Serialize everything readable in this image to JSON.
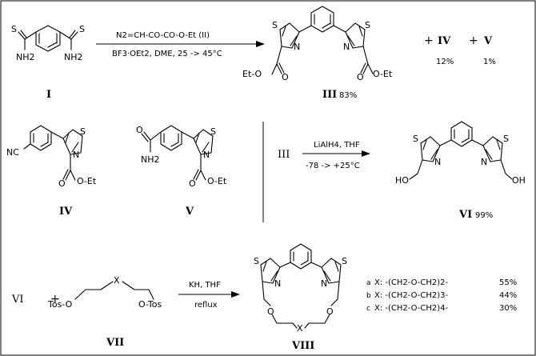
{
  "scheme1": {
    "compound_I_label": "I",
    "thioamide_S_left": "S",
    "thioamide_S_right": "S",
    "thioamide_NH2_left": "NH2",
    "thioamide_NH2_right": "NH2",
    "reagent_above": "N2=CH-CO-CO-O-Et  (II)",
    "reagent_below": "BF3·OEt2,  DME,  25 -> 45°C",
    "product_label": "III",
    "product_yield": "83%",
    "plus_1": "+",
    "side_IV": "IV",
    "side_IV_yield": "12%",
    "plus_2": "+",
    "side_V": "V",
    "side_V_yield": "1%",
    "ester_left": "Et-O",
    "ester_right": "O-Et",
    "atom_S": "S",
    "atom_N": "N",
    "atom_O": "O"
  },
  "scheme2": {
    "compound_IV_label": "IV",
    "nitrile": "NC",
    "ester_IV": "O-Et",
    "compound_V_label": "V",
    "amide_NH2": "NH2",
    "ester_V": "O-Et",
    "start_label": "III",
    "reagent_above": "LiAlH4,  THF",
    "reagent_below": "-78 -> +25°C",
    "product_label": "VI",
    "product_yield": "99%",
    "hydroxyl_left": "HO",
    "hydroxyl_right": "OH"
  },
  "scheme3": {
    "start_label": "VI",
    "plus": "+",
    "linker_tos_left": "Tos-O",
    "linker_tos_right": "O-Tos",
    "linker_x": "X",
    "linker_label": "VII",
    "reagent_above": "KH,  THF",
    "reagent_below": "reflux",
    "product_label": "VIII",
    "macro_x": "X",
    "variants": [
      {
        "letter": "a",
        "formula": "X: -(CH2-O-CH2)2-",
        "yield": "55%"
      },
      {
        "letter": "b",
        "formula": "X: -(CH2-O-CH2)3-",
        "yield": "44%"
      },
      {
        "letter": "c",
        "formula": "X: -(CH2-O-CH2)4-",
        "yield": "30%"
      }
    ]
  }
}
